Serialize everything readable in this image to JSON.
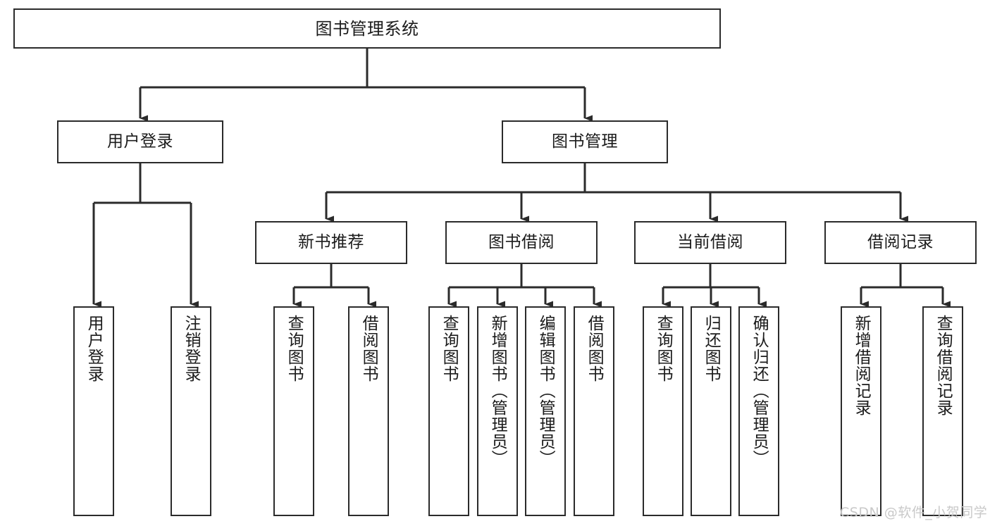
{
  "diagram": {
    "type": "tree-hierarchy",
    "title": "图书管理系统",
    "orientation": "top-down",
    "colors": {
      "box_border": "#2b2b2b",
      "box_fill": "#ffffff",
      "connector": "#2b2b2b",
      "text": "#1b1b1b",
      "watermark": "#c9c9c9",
      "background": "#ffffff"
    },
    "nodes": {
      "root": {
        "label": "图书管理系统"
      },
      "level2": [
        {
          "label": "用户登录"
        },
        {
          "label": "图书管理"
        }
      ],
      "level3": [
        {
          "label": "新书推荐"
        },
        {
          "label": "图书借阅"
        },
        {
          "label": "当前借阅"
        },
        {
          "label": "借阅记录"
        }
      ],
      "leaves": [
        {
          "label": "用户登录",
          "parent": "用户登录"
        },
        {
          "label": "注销登录",
          "parent": "用户登录"
        },
        {
          "label": "查询图书",
          "parent": "新书推荐"
        },
        {
          "label": "借阅图书",
          "parent": "新书推荐"
        },
        {
          "label": "查询图书",
          "parent": "图书借阅"
        },
        {
          "label": "新增图书（管理员）",
          "parent": "图书借阅"
        },
        {
          "label": "编辑图书（管理员）",
          "parent": "图书借阅"
        },
        {
          "label": "借阅图书",
          "parent": "图书借阅"
        },
        {
          "label": "查询图书",
          "parent": "当前借阅"
        },
        {
          "label": "归还图书",
          "parent": "当前借阅"
        },
        {
          "label": "确认归还（管理员）",
          "parent": "当前借阅"
        },
        {
          "label": "新增借阅记录",
          "parent": "借阅记录"
        },
        {
          "label": "查询借阅记录",
          "parent": "借阅记录"
        }
      ]
    },
    "watermark": {
      "text": "CSDN @软件_小贺同学"
    }
  }
}
